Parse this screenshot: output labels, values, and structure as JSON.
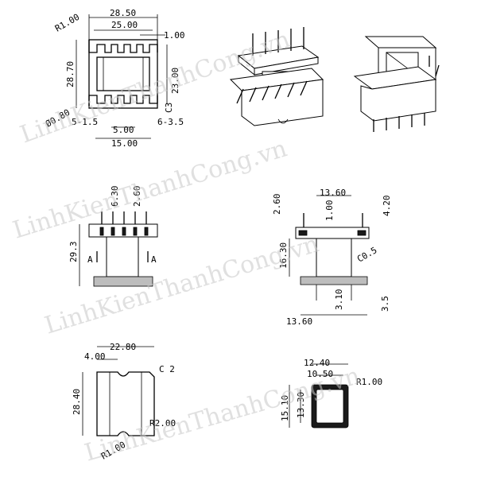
{
  "watermark": "LinhKienThanhCong.vn",
  "top_view": {
    "width_overall": "28.50",
    "width_inner": "25.00",
    "pin_width": "1.00",
    "height_overall": "28.70",
    "height_inner": "23.00",
    "corner_radius": "R1.00",
    "chamfer": "C3",
    "pin_diameter": "Ø0.80",
    "pitch_a": "5-1.5",
    "pitch_b": "6-3.5",
    "pitch_c": "5.00",
    "width_base": "15.00"
  },
  "front_view": {
    "pin_len_a": "6.30",
    "pin_len_b": "2.60",
    "height": "29.3",
    "section_left": "A",
    "section_right": "A"
  },
  "side_view": {
    "pin_top": "2.60",
    "width_top": "13.60",
    "slot_width": "1.00",
    "pin_height": "4.20",
    "core_height": "16.30",
    "chamfer": "C0.5",
    "base_height": "3.10",
    "pin_bottom": "3.5",
    "width_bottom": "13.60"
  },
  "flange_view": {
    "width": "22.80",
    "notch": "4.00",
    "chamfer": "C 2",
    "height": "28.40",
    "radius_a": "R2.00",
    "radius_b": "R1.00"
  },
  "section_view": {
    "outer_w": "12.40",
    "inner_w": "10.50",
    "radius": "R1.00",
    "outer_h": "15.10",
    "inner_h": "13.30"
  }
}
